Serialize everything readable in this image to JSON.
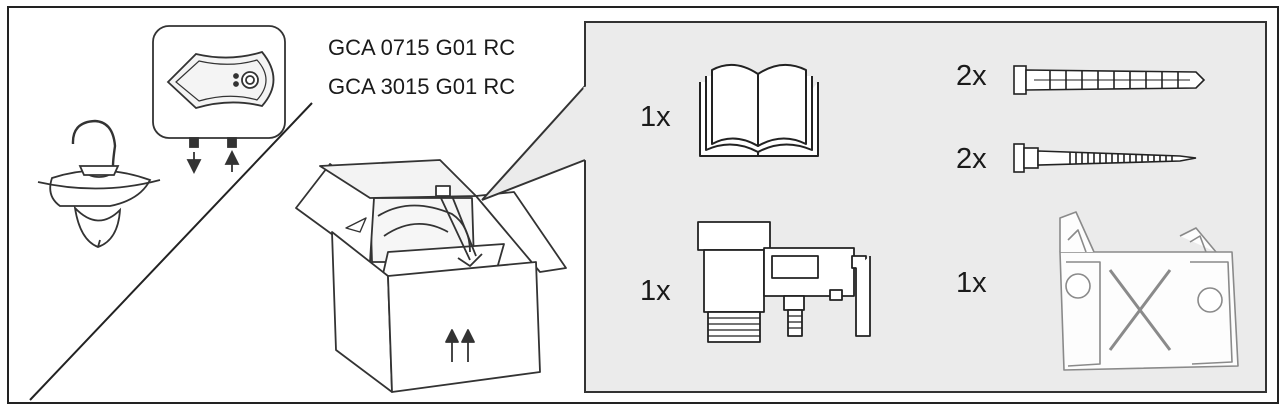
{
  "models": [
    "GCA 0715 G01 RC",
    "GCA 3015 G01 RC"
  ],
  "parts": [
    {
      "qty": "1x",
      "icon": "manual-book-icon"
    },
    {
      "qty": "2x",
      "icon": "wall-plug-icon"
    },
    {
      "qty": "2x",
      "icon": "screw-icon"
    },
    {
      "qty": "1x",
      "icon": "safety-valve-icon"
    },
    {
      "qty": "1x",
      "icon": "mounting-bracket-icon"
    }
  ],
  "colors": {
    "panel": "#ebebeb",
    "line": "#222222",
    "light_line": "#8a8a8a"
  }
}
